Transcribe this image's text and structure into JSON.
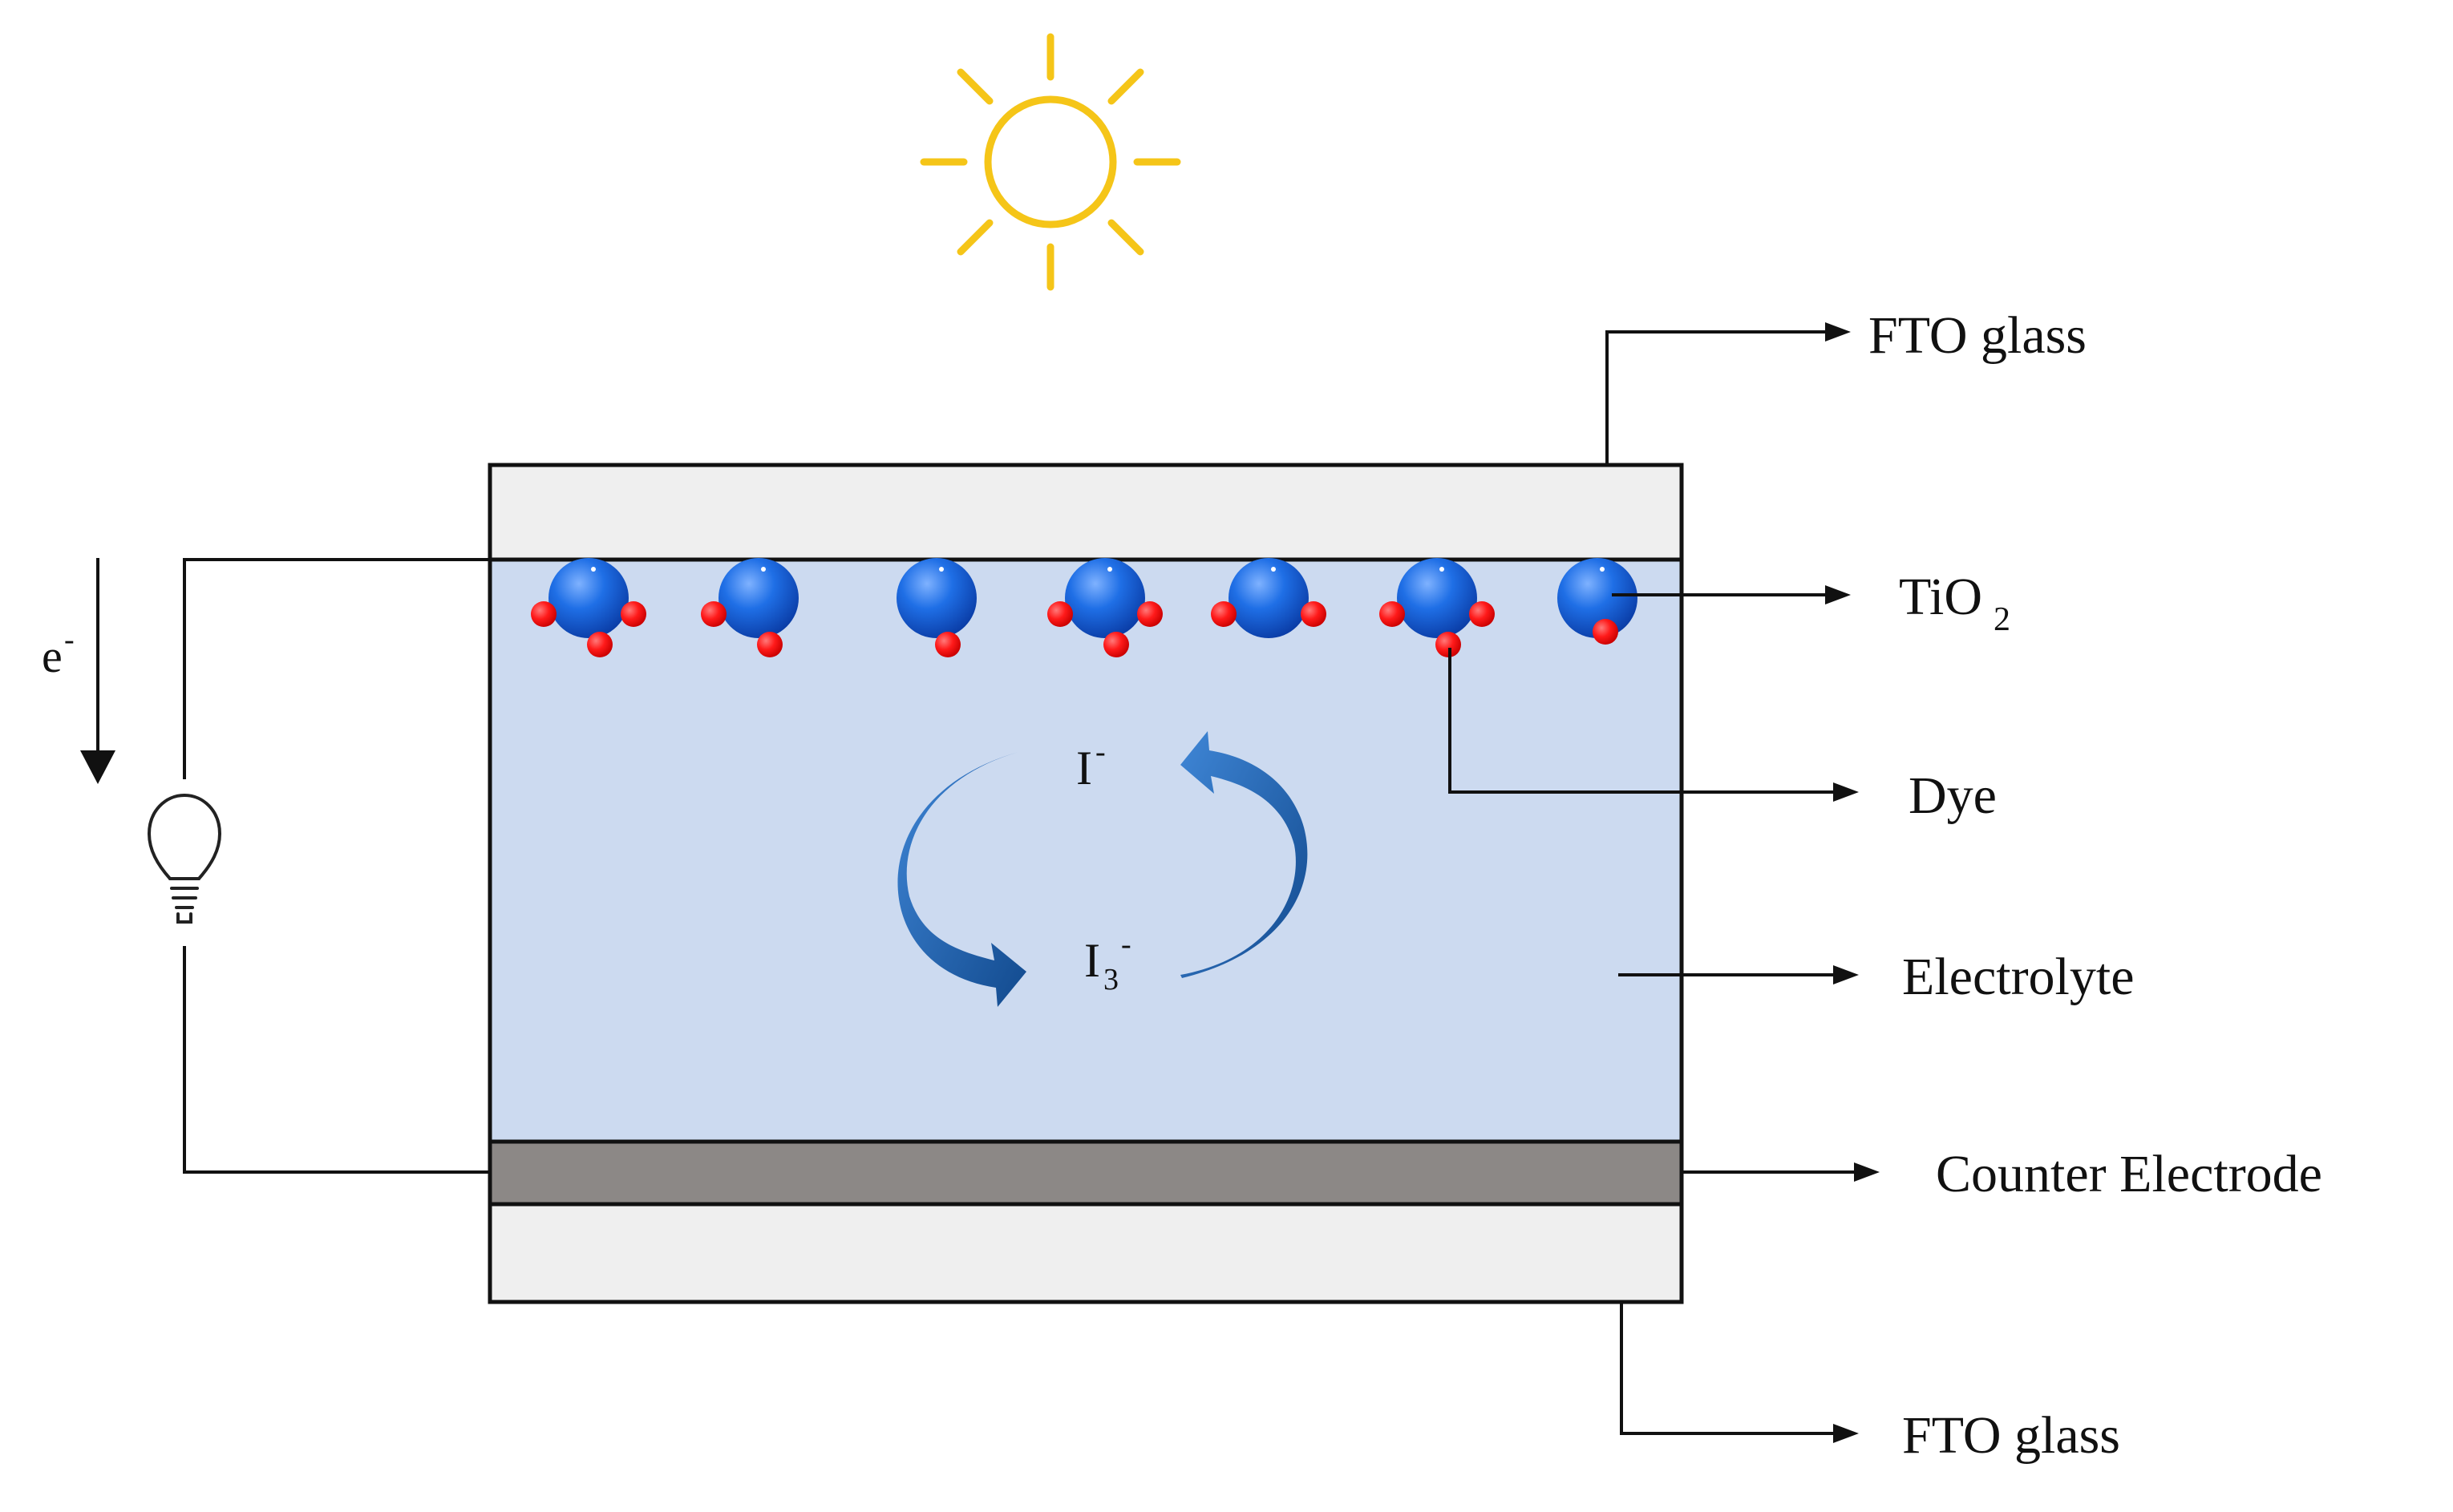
{
  "labels": {
    "fto_top": "FTO glass",
    "tio2_main": "TiO",
    "tio2_sub": "2",
    "dye": "Dye",
    "electrolyte": "Electrolyte",
    "counter_electrode": "Counter Electrode",
    "fto_bottom": "FTO glass",
    "electron_main": "e",
    "electron_sup": "-",
    "iodide_main": "I",
    "iodide_sup": "-",
    "triiodide_main": "I",
    "triiodide_sub": "3",
    "triiodide_sup": "-"
  },
  "icons": {
    "sun": "sun-icon",
    "bulb": "light-bulb-icon",
    "cycle": "redox-cycle-arrows-icon"
  },
  "colors": {
    "glass": "#efefef",
    "electrolyte": "#ccdaf0",
    "counter_electrode": "#8c8886",
    "sun": "#f5c518",
    "tio2": "#1560d8",
    "dye": "#ff1a1a",
    "cycle_arrow": "#1f5ea8",
    "line": "#111111"
  },
  "particles": [
    {
      "dyes": [
        "left",
        "right",
        "bottom"
      ]
    },
    {
      "dyes": [
        "left",
        "bottom"
      ]
    },
    {
      "dyes": [
        "bottom"
      ]
    },
    {
      "dyes": [
        "left",
        "right",
        "bottom"
      ]
    },
    {
      "dyes": [
        "left",
        "right"
      ]
    },
    {
      "dyes": [
        "left",
        "right",
        "bottom"
      ]
    },
    {
      "dyes": [
        "bottom-right"
      ]
    }
  ]
}
